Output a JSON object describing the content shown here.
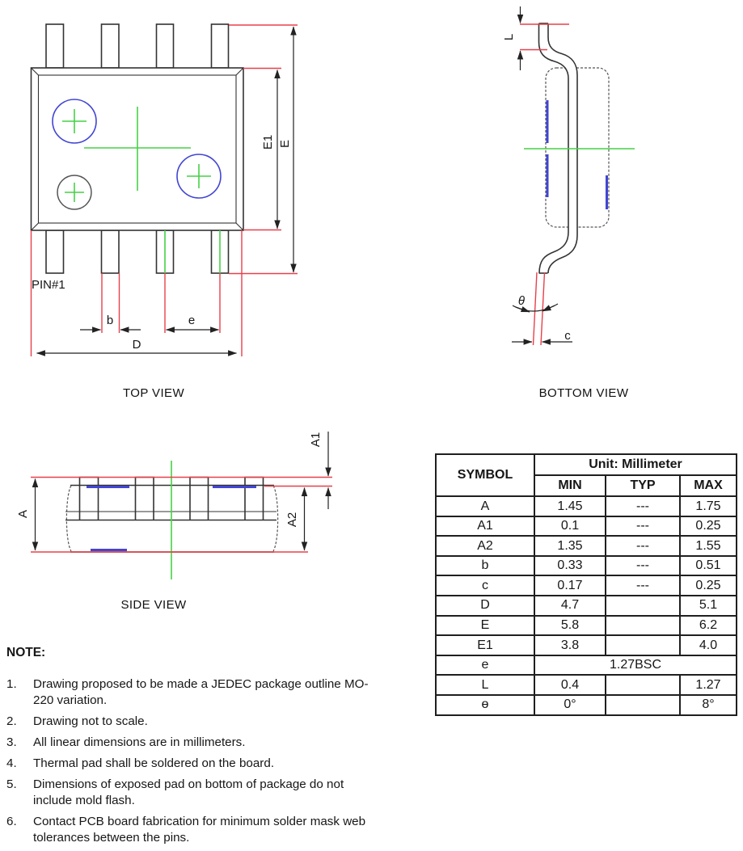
{
  "top_view": {
    "title": "TOP VIEW",
    "pin1_label": "PIN#1",
    "dims": {
      "b": "b",
      "e": "e",
      "D": "D",
      "E1": "E1",
      "E": "E"
    }
  },
  "bottom_view": {
    "title": "BOTTOM VIEW",
    "dims": {
      "L": "L",
      "theta": "θ",
      "c": "c"
    }
  },
  "side_view": {
    "title": "SIDE VIEW",
    "dims": {
      "A": "A",
      "A1": "A1",
      "A2": "A2"
    }
  },
  "table": {
    "header": {
      "symbol": "SYMBOL",
      "unit": "Unit: Millimeter",
      "min": "MIN",
      "typ": "TYP",
      "max": "MAX"
    },
    "rows": [
      {
        "symbol": "A",
        "min": "1.45",
        "typ": "---",
        "max": "1.75"
      },
      {
        "symbol": "A1",
        "min": "0.1",
        "typ": "---",
        "max": "0.25"
      },
      {
        "symbol": "A2",
        "min": "1.35",
        "typ": "---",
        "max": "1.55"
      },
      {
        "symbol": "b",
        "min": "0.33",
        "typ": "---",
        "max": "0.51"
      },
      {
        "symbol": "c",
        "min": "0.17",
        "typ": "---",
        "max": "0.25"
      },
      {
        "symbol": "D",
        "min": "4.7",
        "typ": "",
        "max": "5.1"
      },
      {
        "symbol": "E",
        "min": "5.8",
        "typ": "",
        "max": "6.2"
      },
      {
        "symbol": "E1",
        "min": "3.8",
        "typ": "",
        "max": "4.0"
      },
      {
        "symbol": "e",
        "span": "1.27BSC"
      },
      {
        "symbol": "L",
        "min": "0.4",
        "typ": "",
        "max": "1.27"
      },
      {
        "symbol": "ɵ",
        "min": "0°",
        "typ": "",
        "max": "8°"
      }
    ]
  },
  "notes": {
    "heading": "NOTE:",
    "items": [
      {
        "num": "1.",
        "text": "Drawing proposed to be made a JEDEC package outline MO-\n220 variation."
      },
      {
        "num": "2.",
        "text": "Drawing not to scale."
      },
      {
        "num": "3.",
        "text": "All linear dimensions are in millimeters."
      },
      {
        "num": "4.",
        "text": "Thermal pad shall be soldered on the board."
      },
      {
        "num": "5.",
        "text": "Dimensions of exposed pad on bottom of package do not\ninclude mold flash."
      },
      {
        "num": "6.",
        "text": "Contact PCB board fabrication for minimum solder mask web\ntolerances between the pins."
      }
    ]
  },
  "colors": {
    "red": "#e8404a",
    "green": "#46d146",
    "blue": "#4145d2",
    "line": "#333333"
  }
}
